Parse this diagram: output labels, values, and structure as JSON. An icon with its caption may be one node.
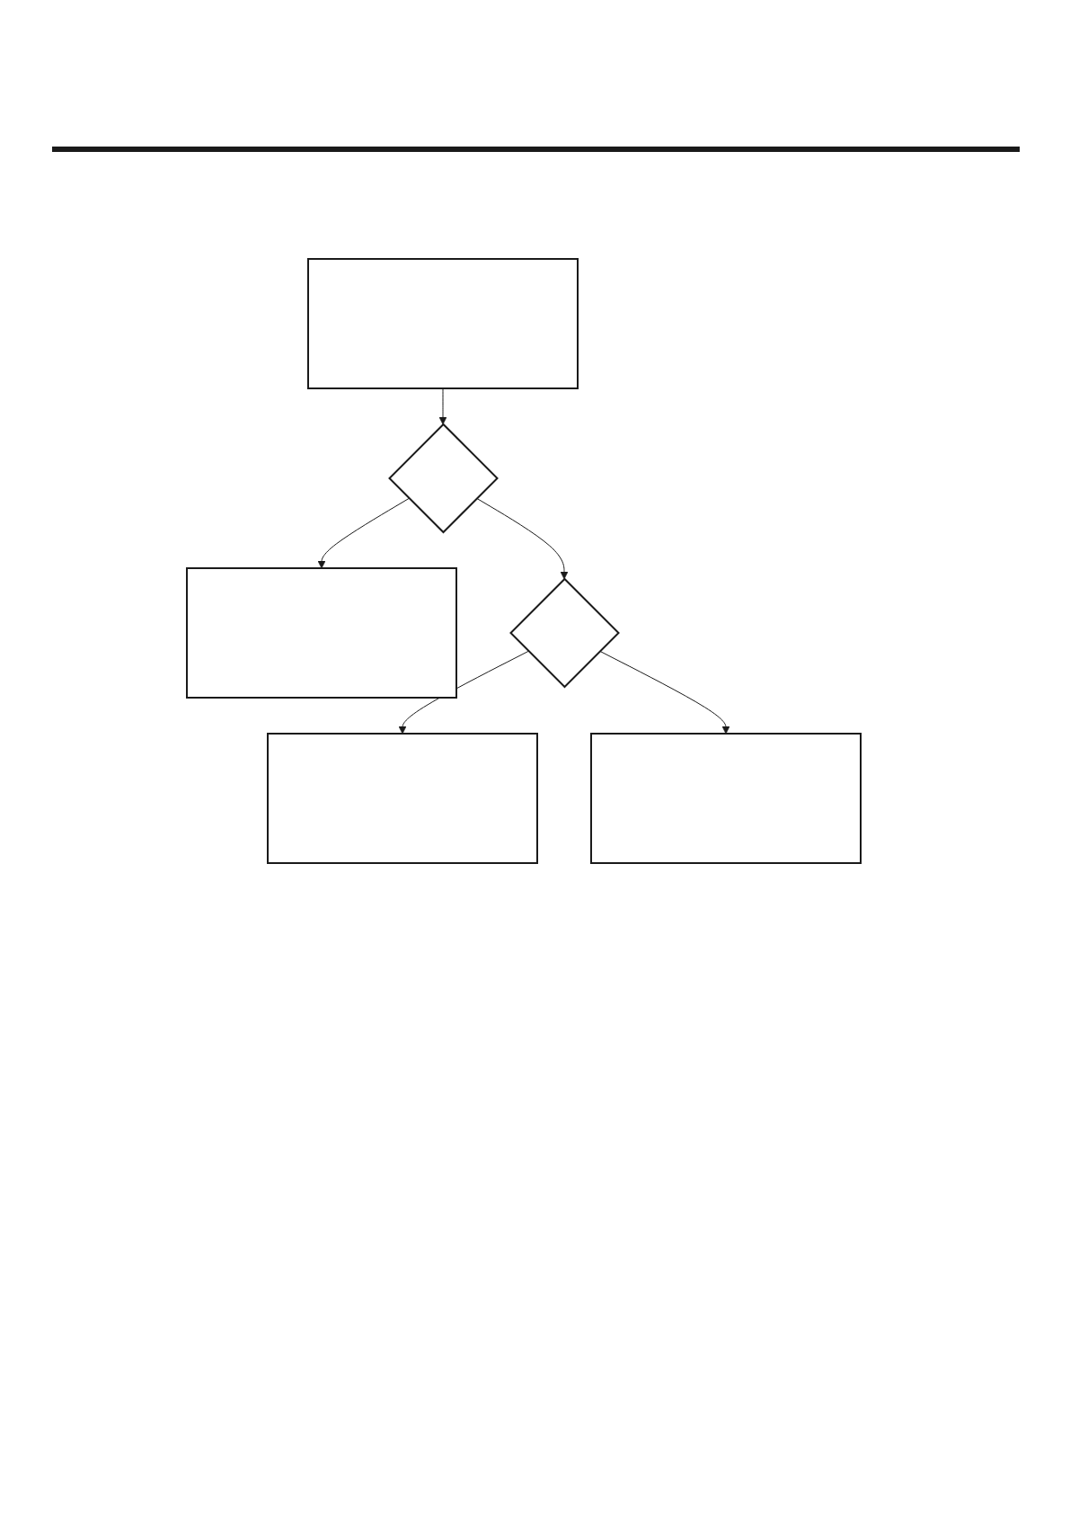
{
  "diagram": {
    "nodes": [
      {
        "text": [],
        "shape": "box"
      },
      {
        "text": [],
        "shape": "diamond"
      },
      {
        "text": [],
        "shape": "box"
      },
      {
        "text": [],
        "shape": "diamond"
      },
      {
        "text": [],
        "shape": "box"
      },
      {
        "text": [],
        "shape": "box"
      }
    ],
    "edges": [
      {
        "from": 0,
        "to": 1,
        "arrow": "to"
      },
      {
        "from": 1,
        "to": 2,
        "arrow": "to"
      },
      {
        "from": 1,
        "to": 3,
        "arrow": "to"
      },
      {
        "from": 3,
        "to": 4,
        "arrow": "to"
      },
      {
        "from": 3,
        "to": 5,
        "arrow": "to"
      }
    ]
  }
}
